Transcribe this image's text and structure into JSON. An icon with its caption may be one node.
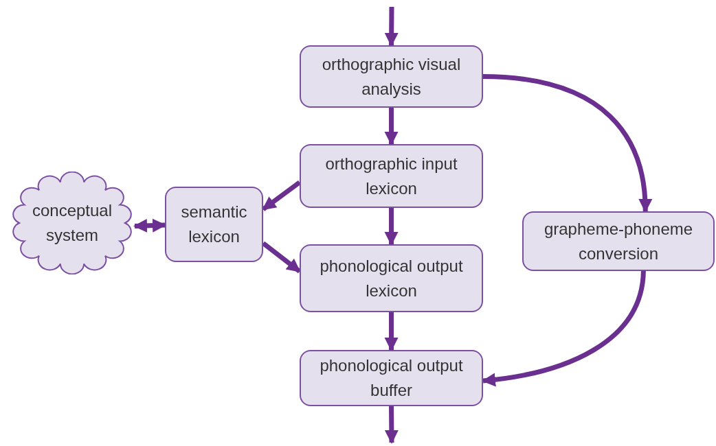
{
  "diagram": {
    "nodes": [
      {
        "text": [
          "orthographic visual analysis"
        ]
      },
      {
        "text": [
          "orthographic input lexicon"
        ]
      },
      {
        "text": [
          "conceptual system"
        ]
      },
      {
        "text": [
          "semantic lexicon"
        ]
      },
      {
        "text": [
          "phonological output lexicon"
        ]
      },
      {
        "text": [
          "grapheme-phoneme conversion"
        ]
      },
      {
        "text": [
          "phonological output buffer"
        ]
      }
    ],
    "edges": [
      {
        "from": null,
        "to": 0,
        "arrow": "to"
      },
      {
        "from": 0,
        "to": 1,
        "arrow": "to"
      },
      {
        "from": 0,
        "to": 5,
        "arrow": "to"
      },
      {
        "from": 1,
        "to": 3,
        "arrow": "to"
      },
      {
        "from": 1,
        "to": 4,
        "arrow": "to"
      },
      {
        "from": 2,
        "to": 3,
        "arrow": "both"
      },
      {
        "from": 3,
        "to": 4,
        "arrow": "to"
      },
      {
        "from": 4,
        "to": 6,
        "arrow": "to"
      },
      {
        "from": 5,
        "to": 6,
        "arrow": "to"
      },
      {
        "from": 6,
        "to": null,
        "arrow": "to"
      }
    ]
  }
}
